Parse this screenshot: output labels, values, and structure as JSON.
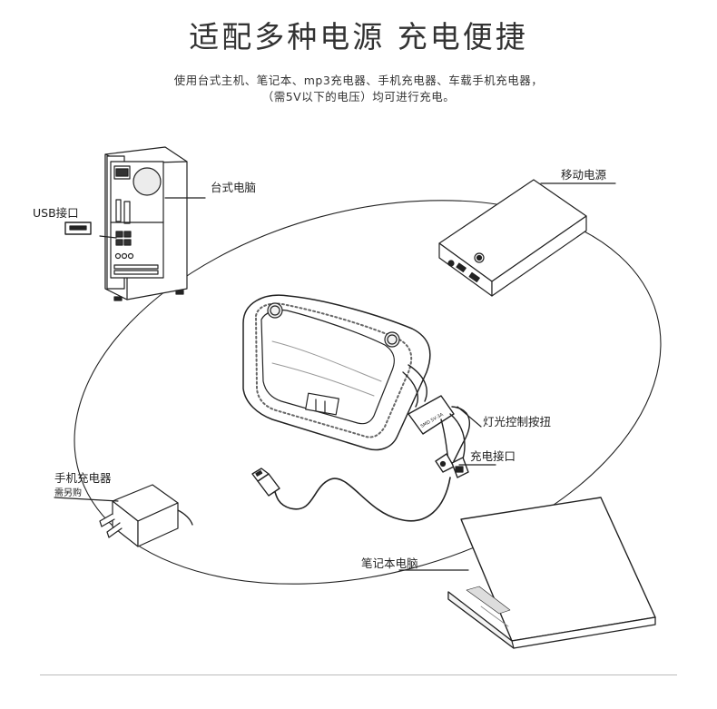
{
  "title": "适配多种电源 充电便捷",
  "subtitle_line1": "使用台式主机、笔记本、mp3充电器、手机充电器、车载手机充电器，",
  "subtitle_line2": "（需5V以下的电压）均可进行充电。",
  "labels": {
    "desktop": "台式电脑",
    "usb_port": "USB接口",
    "power_bank": "移动电源",
    "light_knob": "灯光控制按扭",
    "charge_port": "充电接口",
    "phone_charger": "手机充电器",
    "phone_charger_note": "需另购",
    "laptop": "笔记本电脑"
  },
  "controller_text": "SMD 5V-3A"
}
